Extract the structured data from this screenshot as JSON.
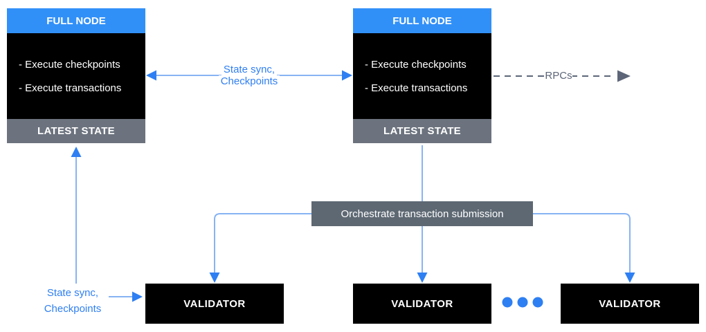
{
  "diagram": {
    "full_node_left": {
      "title": "FULL NODE",
      "items": [
        "- Execute checkpoints",
        "- Execute transactions"
      ],
      "footer": "LATEST STATE"
    },
    "full_node_right": {
      "title": "FULL NODE",
      "items": [
        "- Execute checkpoints",
        "- Execute transactions"
      ],
      "footer": "LATEST STATE"
    },
    "sync_label_top": {
      "line1": "State sync,",
      "line2": "Checkpoints"
    },
    "sync_label_bottom": {
      "line1": "State sync,",
      "line2": "Checkpoints"
    },
    "rpc_label": "RPCs",
    "orchestrate_label": "Orchestrate transaction submission",
    "validators": [
      "VALIDATOR",
      "VALIDATOR",
      "VALIDATOR"
    ]
  },
  "colors": {
    "node_header_blue": "#3190F8",
    "node_body_black": "#000000",
    "latest_state_gray": "#6C737E",
    "orchestrate_gray": "#5D6873",
    "validator_black": "#000000",
    "connector_line_blue": "#87B3F4",
    "arrowhead_blue": "#2E7FF2",
    "label_text_blue": "#2E7FF2",
    "rpc_gray": "#5C6678",
    "text_white": "#FFFFFF",
    "background": "#FFFFFF"
  }
}
